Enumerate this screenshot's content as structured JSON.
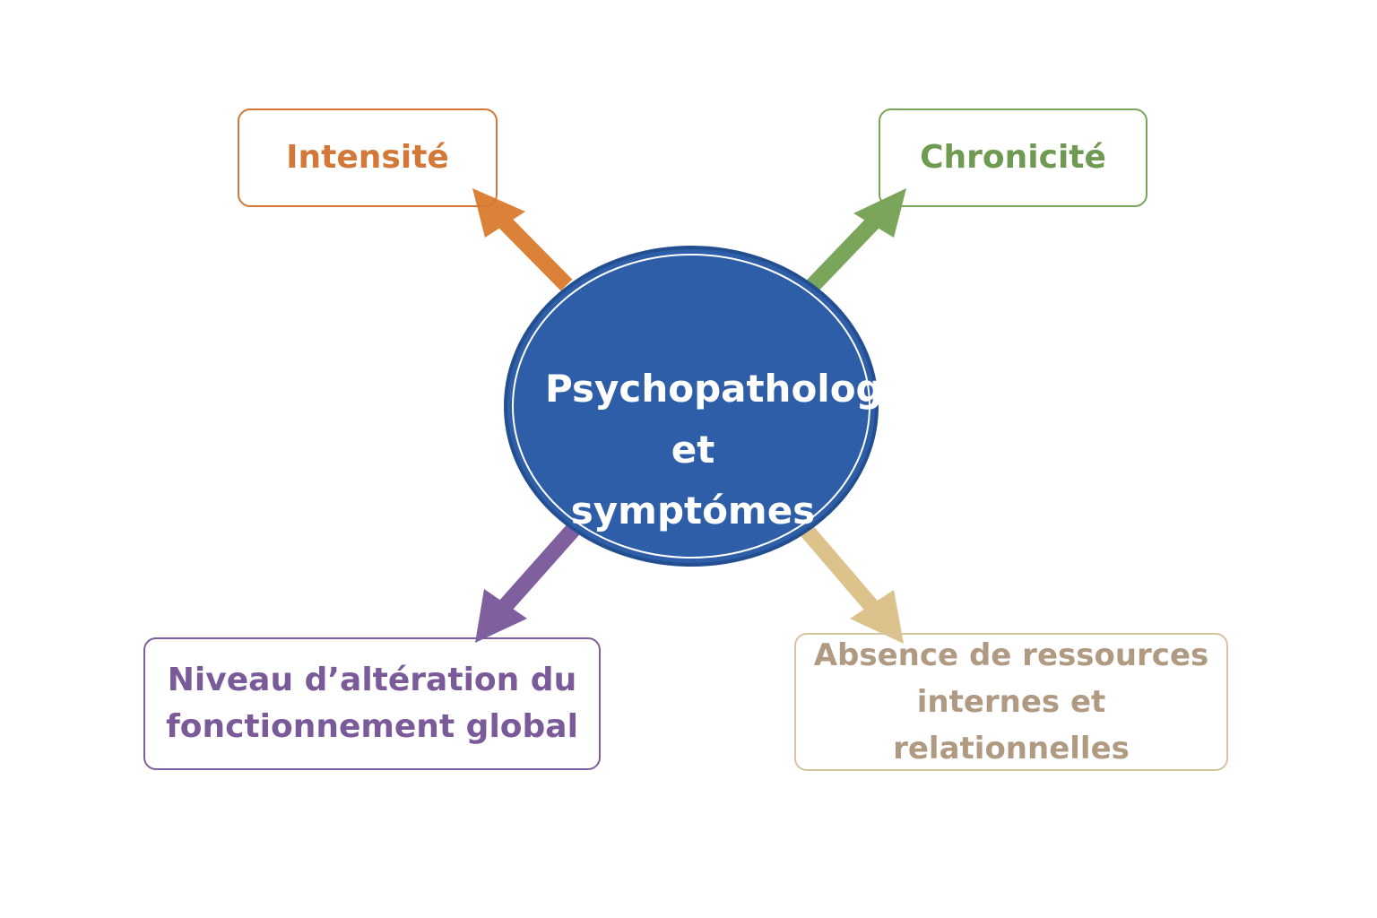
{
  "center": {
    "line1": "Psychopathologie",
    "line2": "et symptómes",
    "color": "#2e5ea8"
  },
  "nodes": [
    {
      "label": "Intensité",
      "color": "#d4783a"
    },
    {
      "label": "Chronicité",
      "color": "#6f9a52"
    },
    {
      "label_line1": "Niveau d’altération du",
      "label_line2": "fonctionnement global",
      "color": "#7a5a98"
    },
    {
      "label_line1": "Absence de ressources",
      "label_line2": "internes et relationnelles",
      "color": "#b09a82"
    }
  ]
}
